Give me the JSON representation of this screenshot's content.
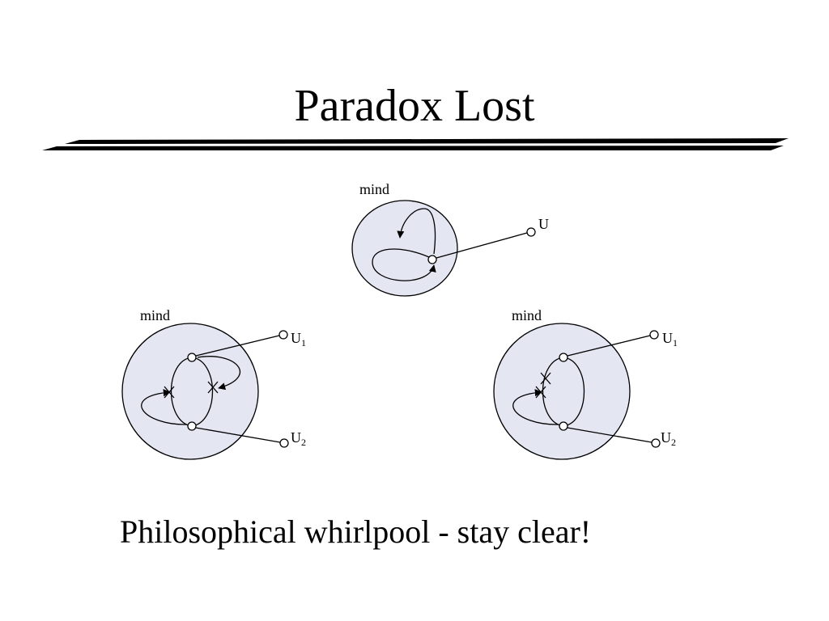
{
  "slide": {
    "title": "Paradox Lost",
    "caption": "Philosophical whirlpool - stay clear!"
  },
  "diagrams": {
    "top": {
      "mind_label": "mind",
      "u_label": "U"
    },
    "left": {
      "mind_label": "mind",
      "u1_base": "U",
      "u1_sub": "1",
      "u2_base": "U",
      "u2_sub": "2"
    },
    "right": {
      "mind_label": "mind",
      "u1_base": "U",
      "u1_sub": "1",
      "u2_base": "U",
      "u2_sub": "2"
    }
  },
  "colors": {
    "mind_fill": "#e4e6f2",
    "ink": "#000000"
  }
}
